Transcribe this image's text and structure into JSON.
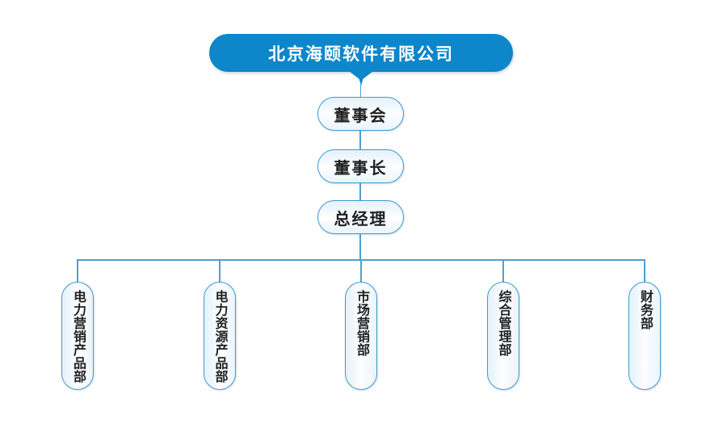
{
  "org_chart": {
    "company": {
      "label": "北京海颐软件有限公司"
    },
    "chain": [
      {
        "label": "董事会"
      },
      {
        "label": "董事长"
      },
      {
        "label": "总经理"
      }
    ],
    "departments": [
      {
        "label": "电力营销产品部"
      },
      {
        "label": "电力资源产品部"
      },
      {
        "label": "市场营销部"
      },
      {
        "label": "综合管理部"
      },
      {
        "label": "财务部"
      }
    ],
    "colors": {
      "primary": "#0d86ca",
      "border": "#3e9ad0",
      "line": "#4f9fd2",
      "node_fill_top": "#e4f1fa",
      "node_fill_mid": "#fdfeff",
      "node_fill_bot": "#eaf4fc",
      "text": "#1f1f1f",
      "title_text": "#ffffff"
    }
  }
}
